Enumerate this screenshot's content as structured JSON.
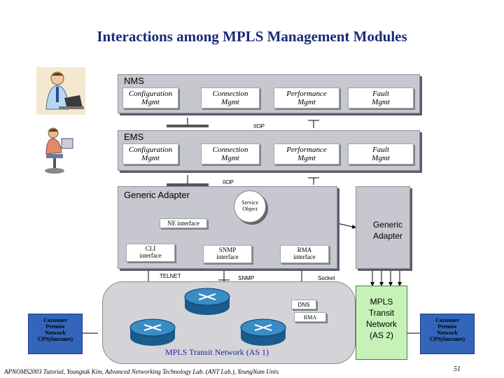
{
  "title": "Interactions among MPLS Management Modules",
  "nms": {
    "label": "NMS",
    "modules": [
      {
        "line1": "Configuration",
        "line2": "Mgmt"
      },
      {
        "line1": "Connection",
        "line2": "Mgmt"
      },
      {
        "line1": "Performance",
        "line2": "Mgmt"
      },
      {
        "line1": "Fault",
        "line2": "Mgmt"
      }
    ]
  },
  "iiop1": "IIOP",
  "ems": {
    "label": "EMS",
    "modules": [
      {
        "line1": "Configuration",
        "line2": "Mgmt"
      },
      {
        "line1": "Connection",
        "line2": "Mgmt"
      },
      {
        "line1": "Performance",
        "line2": "Mgmt"
      },
      {
        "line1": "Fault",
        "line2": "Mgmt"
      }
    ]
  },
  "iiop2": "IIOP",
  "generic_adapter": {
    "label": "Generic Adapter",
    "service_object": {
      "line1": "Service",
      "line2": "Object"
    },
    "ne_interface": "NE interface",
    "cli": {
      "line1": "CLI",
      "line2": "interface"
    },
    "snmp": {
      "line1": "SNMP",
      "line2": "interface"
    },
    "rma": {
      "line1": "RMA",
      "line2": "interface"
    }
  },
  "generic_adapter_right": {
    "line1": "Generic",
    "line2": "Adapter"
  },
  "protocols": {
    "telnet": "TELNET",
    "snmp": "SNMP",
    "socket": "Socket"
  },
  "network": {
    "dns": "DNS",
    "rma": "RMA",
    "label": "MPLS Transit Network (AS 1)"
  },
  "mpls_as2": {
    "line1": "MPLS",
    "line2": "Transit",
    "line3": "Network",
    "line4": "(AS 2)"
  },
  "cpn_left": {
    "line1": "Customer",
    "line2": "Premise",
    "line3": "Network",
    "line4": "CPN(Intranet)"
  },
  "cpn_right": {
    "line1": "Customer",
    "line2": "Premise",
    "line3": "Network",
    "line4": "CPN(Intranet)"
  },
  "footer": "APNOMS2003 Tutorial, Youngtak Kim, Advanced Networking Technology Lab. (ANT Lab.), YeungNam Univ.",
  "page_number": "51"
}
